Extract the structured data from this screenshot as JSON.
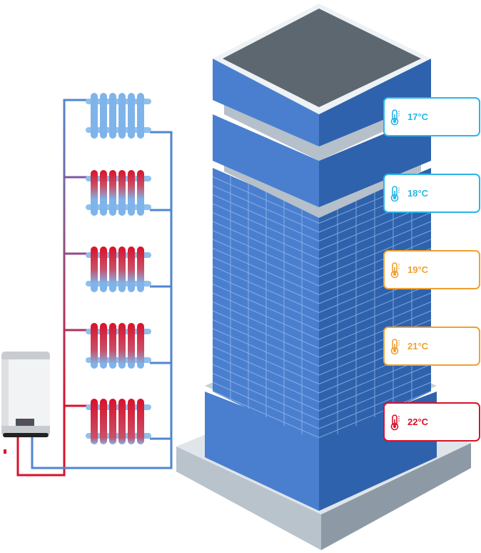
{
  "colors": {
    "cold": "#29b6e8",
    "warm": "#f0a030",
    "hot": "#d9122a",
    "pipe_cold": "#4f86d0",
    "pipe_hot": "#d9122a",
    "face_left": "#4a7fd0",
    "face_right": "#2f62ad",
    "roof": "#5c6770"
  },
  "floors": [
    {
      "temperature": "17°C",
      "level": "cold"
    },
    {
      "temperature": "18°C",
      "level": "cold"
    },
    {
      "temperature": "19°C",
      "level": "warm"
    },
    {
      "temperature": "21°C",
      "level": "warm"
    },
    {
      "temperature": "22°C",
      "level": "hot"
    }
  ],
  "radiators": [
    {
      "heat": 0
    },
    {
      "heat": 0.35
    },
    {
      "heat": 0.5
    },
    {
      "heat": 0.6
    },
    {
      "heat": 0.85
    }
  ],
  "icons": {
    "thermometer": "thermometer-icon",
    "boiler": "water-heater-icon",
    "radiator": "radiator-icon"
  }
}
